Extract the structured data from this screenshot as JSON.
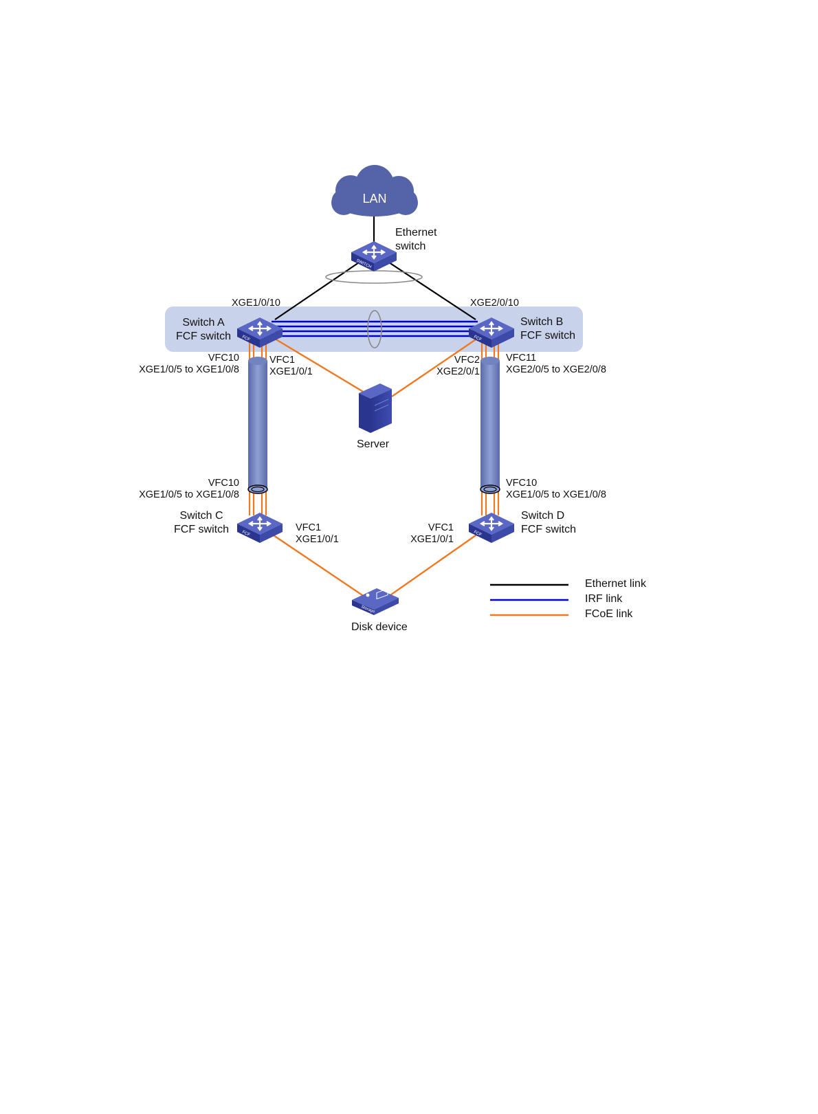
{
  "nodes": {
    "lan": {
      "label": "LAN"
    },
    "ethernet_switch": {
      "label": [
        "Ethernet",
        "switch"
      ],
      "icon_text": "SWITCH"
    },
    "switch_a": {
      "label": [
        "Switch A",
        "FCF switch"
      ],
      "icon_text": "FCF"
    },
    "switch_b": {
      "label": [
        "Switch B",
        "FCF switch"
      ],
      "icon_text": "FCF"
    },
    "switch_c": {
      "label": [
        "Switch C",
        "FCF switch"
      ],
      "icon_text": "FCF"
    },
    "switch_d": {
      "label": [
        "Switch D",
        "FCF switch"
      ],
      "icon_text": "FCF"
    },
    "server": {
      "label": "Server"
    },
    "disk_device": {
      "label": "Disk device",
      "icon_text": "Storage"
    }
  },
  "ports": {
    "a_uplink": "XGE1/0/10",
    "b_uplink": "XGE2/0/10",
    "a_trunk": [
      "VFC10",
      "XGE1/0/5 to XGE1/0/8"
    ],
    "a_server": [
      "VFC1",
      "XGE1/0/1"
    ],
    "b_server": [
      "VFC2",
      "XGE2/0/1"
    ],
    "b_trunk": [
      "VFC11",
      "XGE2/0/5 to XGE2/0/8"
    ],
    "c_trunk": [
      "VFC10",
      "XGE1/0/5 to XGE1/0/8"
    ],
    "d_trunk": [
      "VFC10",
      "XGE1/0/5 to XGE1/0/8"
    ],
    "c_disk": [
      "VFC1",
      "XGE1/0/1"
    ],
    "d_disk": [
      "VFC1",
      "XGE1/0/1"
    ]
  },
  "legend": [
    {
      "label": "Ethernet link",
      "color": "#000000"
    },
    {
      "label": "IRF link",
      "color": "#0000cc"
    },
    {
      "label": "FCoE link",
      "color": "#f07820"
    }
  ],
  "colors": {
    "device": "#3d4aa8",
    "device_top": "#5a67c4",
    "cloud": "#5563a9",
    "irf_region": "#c8d2ea",
    "tube": "#7184c0"
  }
}
